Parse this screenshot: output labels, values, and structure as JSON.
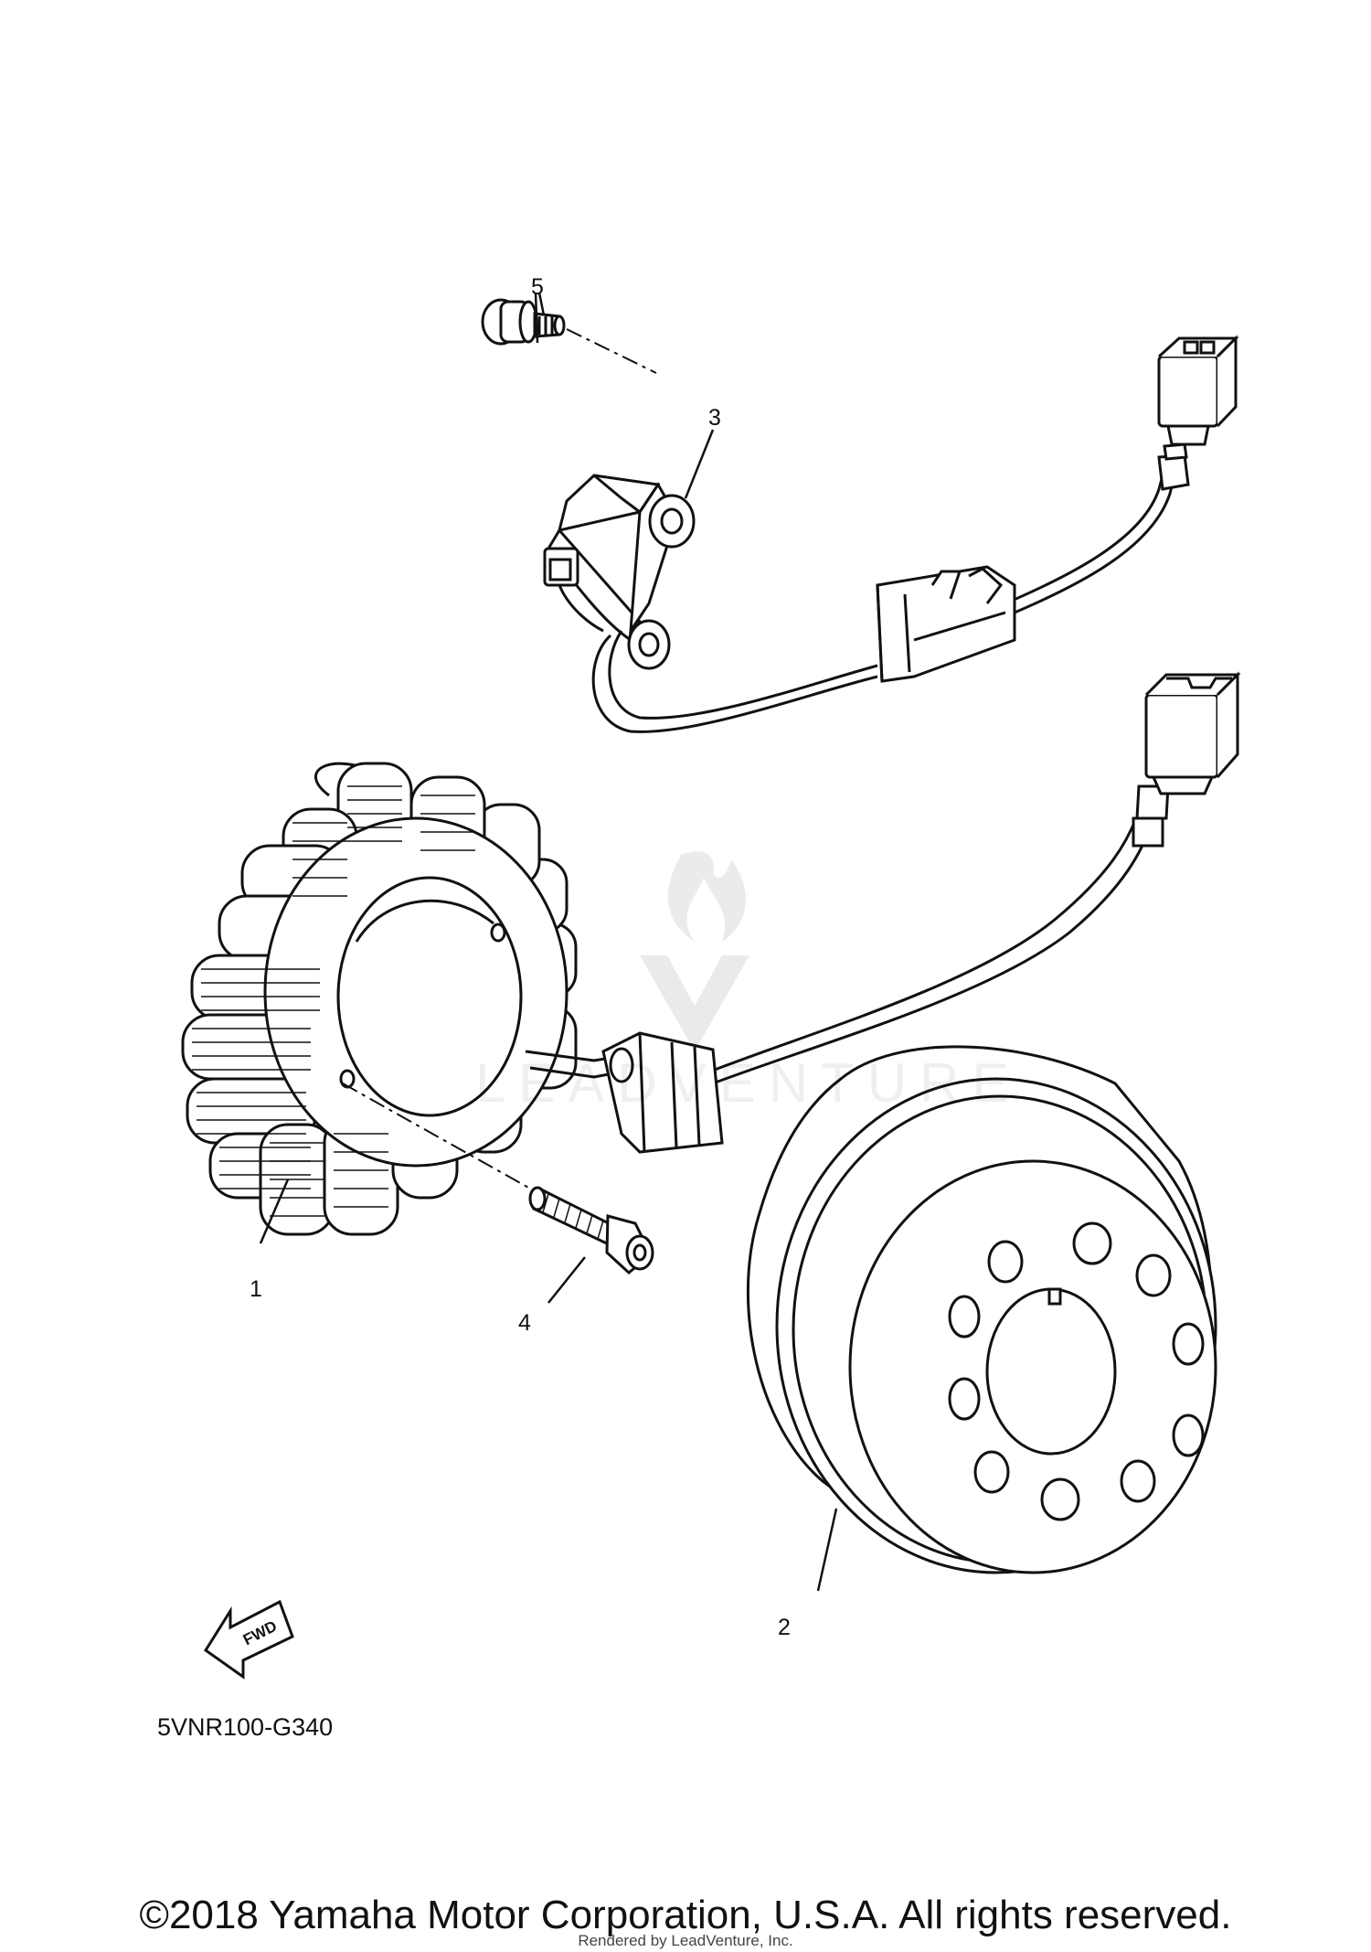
{
  "callouts": {
    "part_1": "1",
    "part_2": "2",
    "part_3": "3",
    "part_4": "4",
    "part_5": "5"
  },
  "fwd_indicator": "FWD",
  "diagram_reference": "5VNR100-G340",
  "copyright": "©2018 Yamaha Motor Corporation, U.S.A. All rights reserved.",
  "rendered_by": "Rendered by LeadVenture, Inc.",
  "watermark": "LEADVENTURE",
  "icons": [
    "fwd-arrow-icon",
    "leadventure-logo-icon"
  ]
}
